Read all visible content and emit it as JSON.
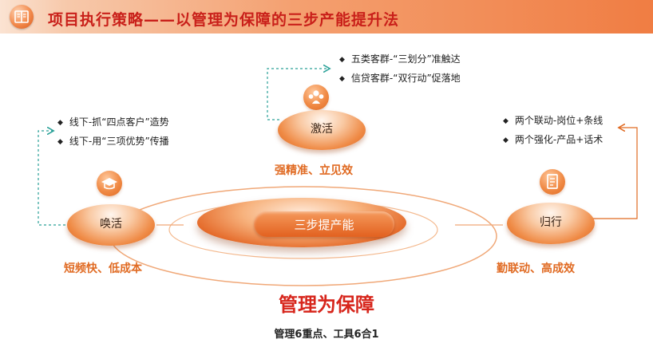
{
  "header": {
    "title": "项目执行策略——以管理为保障的三步产能提升法",
    "icon": "book-icon"
  },
  "colors": {
    "accent": "#e06a22",
    "title_red": "#c9201a",
    "caption_red": "#d7261c",
    "connector": "#2aa198"
  },
  "center": {
    "label": "三步提产能"
  },
  "nodes": {
    "left": {
      "label": "唤活",
      "caption": "短频快、低成本",
      "icon": "graduation-cap-icon",
      "bullets": [
        "线下-抓“四点客户”造势",
        "线下-用“三项优势”传播"
      ]
    },
    "top": {
      "label": "激活",
      "caption": "强精准、立见效",
      "icon": "people-icon",
      "bullets": [
        "五类客群-“三划分”准触达",
        "信贷客群-“双行动”促落地"
      ]
    },
    "right": {
      "label": "归行",
      "caption": "勤联动、高成效",
      "icon": "document-icon",
      "bullets": [
        "两个联动-岗位+条线",
        "两个强化-产品+话术"
      ]
    }
  },
  "footer": {
    "main_caption": "管理为保障",
    "sub_caption": "管理6重点、工具6合1"
  }
}
